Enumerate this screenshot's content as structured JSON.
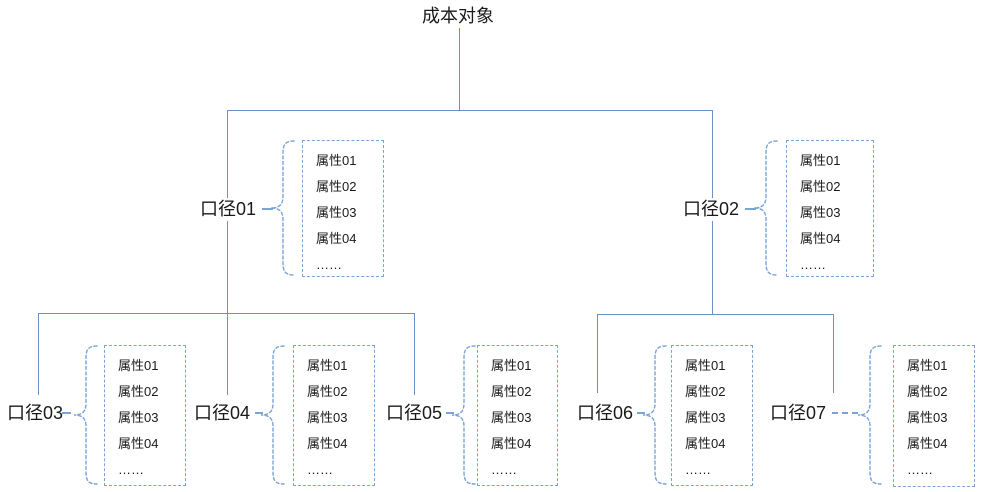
{
  "tree": {
    "root": {
      "label": "成本对象",
      "children": [
        {
          "label": "口径01",
          "attributes": [
            "属性01",
            "属性02",
            "属性03",
            "属性04",
            "……"
          ],
          "children": [
            {
              "label": "口径03",
              "attributes": [
                "属性01",
                "属性02",
                "属性03",
                "属性04",
                "……"
              ]
            },
            {
              "label": "口径04",
              "attributes": [
                "属性01",
                "属性02",
                "属性03",
                "属性04",
                "……"
              ]
            },
            {
              "label": "口径05",
              "attributes": [
                "属性01",
                "属性02",
                "属性03",
                "属性04",
                "……"
              ]
            }
          ]
        },
        {
          "label": "口径02",
          "attributes": [
            "属性01",
            "属性02",
            "属性03",
            "属性04",
            "……"
          ],
          "children": [
            {
              "label": "口径06",
              "attributes": [
                "属性01",
                "属性02",
                "属性03",
                "属性04",
                "……"
              ]
            },
            {
              "label": "口径07",
              "attributes": [
                "属性01",
                "属性02",
                "属性03",
                "属性04",
                "……"
              ]
            }
          ]
        }
      ]
    }
  },
  "colors": {
    "connector_line": "#6a91c1",
    "dashed_accent": "#7aa3d6",
    "text": "#1a1a1a",
    "background": "#ffffff"
  }
}
